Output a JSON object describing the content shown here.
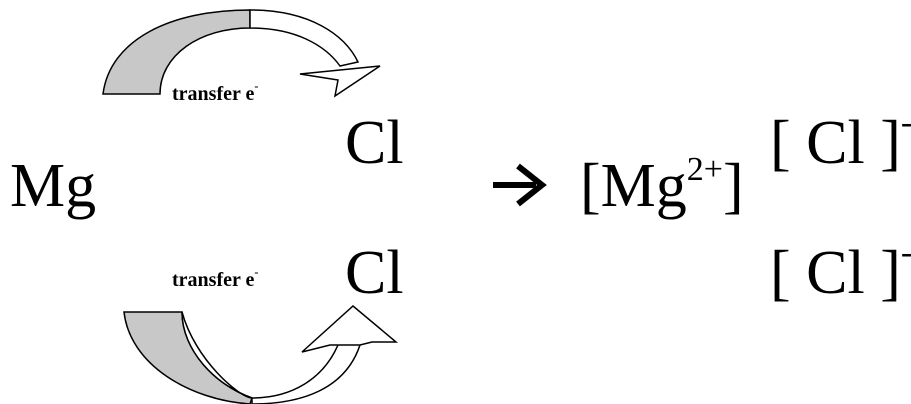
{
  "reaction": {
    "reactant_metal": "Mg",
    "reactant_halogen_top": "Cl",
    "reactant_halogen_bottom": "Cl",
    "transfer_label_top": "transfer e",
    "transfer_label_top_sup": "-",
    "transfer_label_bottom": "transfer e",
    "transfer_label_bottom_sup": "-",
    "yields_symbol": "→",
    "product_cation": {
      "open_bracket": "[",
      "symbol": "Mg",
      "charge": "2+",
      "close_bracket": "]"
    },
    "product_anion_top": {
      "text": "[ Cl ]",
      "charge": "-"
    },
    "product_anion_bottom": {
      "text": "[ Cl ]",
      "charge": "-"
    }
  },
  "colors": {
    "arrow_fill_shaded": "#c8c8c8",
    "arrow_fill_white": "#ffffff",
    "arrow_stroke": "#000000",
    "text": "#000000"
  },
  "icons": {
    "top_curved_arrow": "curved-arrow-right-icon",
    "bottom_curved_arrow": "curved-arrow-up-right-icon"
  }
}
